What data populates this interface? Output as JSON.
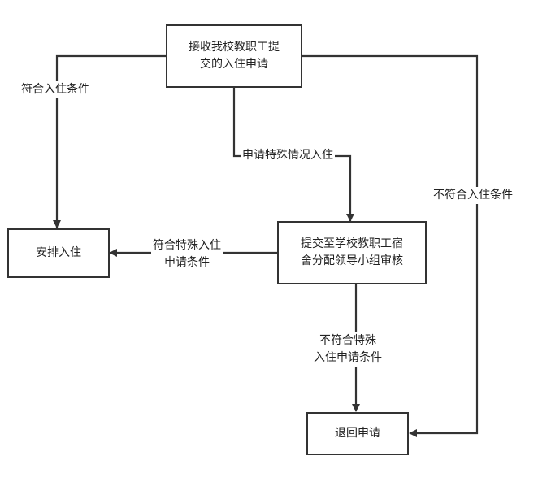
{
  "nodes": {
    "receive": "接收我校教职工提\n交的入住申请",
    "arrange": "安排入住",
    "submit": "提交至学校教职工宿\n舍分配领导小组审核",
    "reject": "退回申请"
  },
  "edges": {
    "meets": "符合入住条件",
    "special": "申请特殊情况入住",
    "not_meets": "不符合入住条件",
    "meets_special": "符合特殊入住\n申请条件",
    "not_special": "不符合特殊\n入住申请条件"
  }
}
